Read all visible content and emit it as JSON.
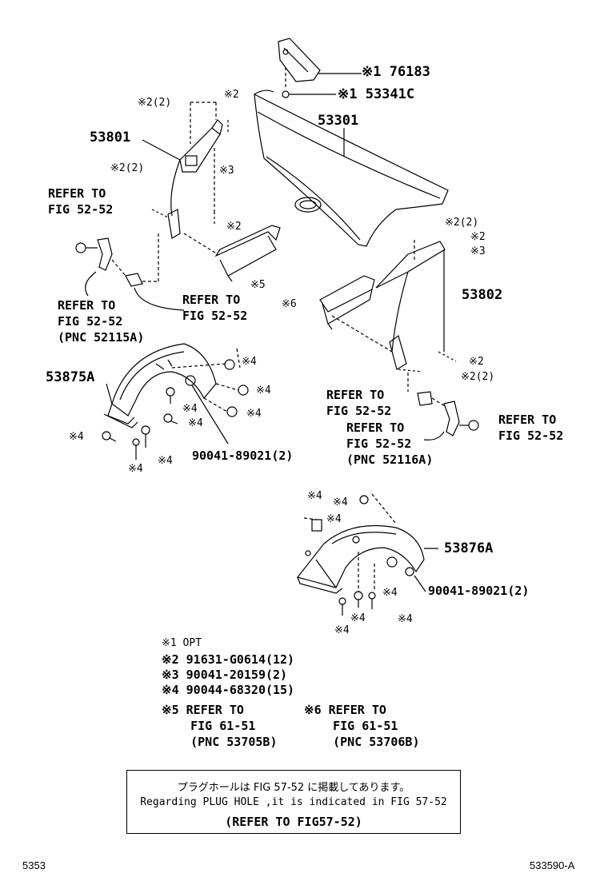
{
  "parts": {
    "p76183": "※1 76183",
    "p53341c": "※1 53341C",
    "p53301": "53301",
    "p53801": "53801",
    "p53802": "53802",
    "p53875a": "53875A",
    "p53876a": "53876A",
    "p90041_left": "90041-89021(2)",
    "p90041_right": "90041-89021(2)"
  },
  "callouts": {
    "c_2_2a": "※2(2)",
    "c_2a": "※2",
    "c_3a": "※3",
    "c_2_2b": "※2(2)",
    "c_2b": "※2",
    "c_5": "※5",
    "c_2_2c": "※2(2)",
    "c_2c": "※2",
    "c_3b": "※3",
    "c_6": "※6",
    "c_2d": "※2",
    "c_2_2d": "※2(2)",
    "c_4a": "※4",
    "c_4b": "※4",
    "c_4c": "※4",
    "c_4d": "※4",
    "c_4e": "※4",
    "c_4f": "※4",
    "c_4g": "※4",
    "c_4h": "※4",
    "c_4i": "※4",
    "c_4j": "※4",
    "c_4k": "※4",
    "c_4l": "※4",
    "c_4m": "※4",
    "c_4n": "※4",
    "c_4o": "※4"
  },
  "refs": {
    "r1": "REFER TO\nFIG 52-52",
    "r2": "REFER TO\nFIG 52-52\n(PNC 52115A)",
    "r3": "REFER TO\nFIG 52-52",
    "r4": "REFER TO\nFIG 52-52",
    "r5": "REFER TO\nFIG 52-52\n(PNC 52116A)",
    "r6": "REFER TO\nFIG 52-52"
  },
  "legend": {
    "l1": "※1 OPT",
    "l2": "※2 91631-G0614(12)",
    "l3": "※3 90041-20159(2)",
    "l4": "※4 90044-68320(15)",
    "l5": "※5 REFER TO\n    FIG 61-51\n    (PNC 53705B)",
    "l6": "※6 REFER TO\n    FIG 61-51\n    (PNC 53706B)"
  },
  "note": {
    "jp": "プラグホールは FIG 57-52 に掲載してあります。",
    "en": "Regarding PLUG HOLE ,it is indicated in FIG 57-52",
    "refer": "(REFER TO FIG57-52)"
  },
  "footer": {
    "left": "5353",
    "right": "533590-A"
  }
}
